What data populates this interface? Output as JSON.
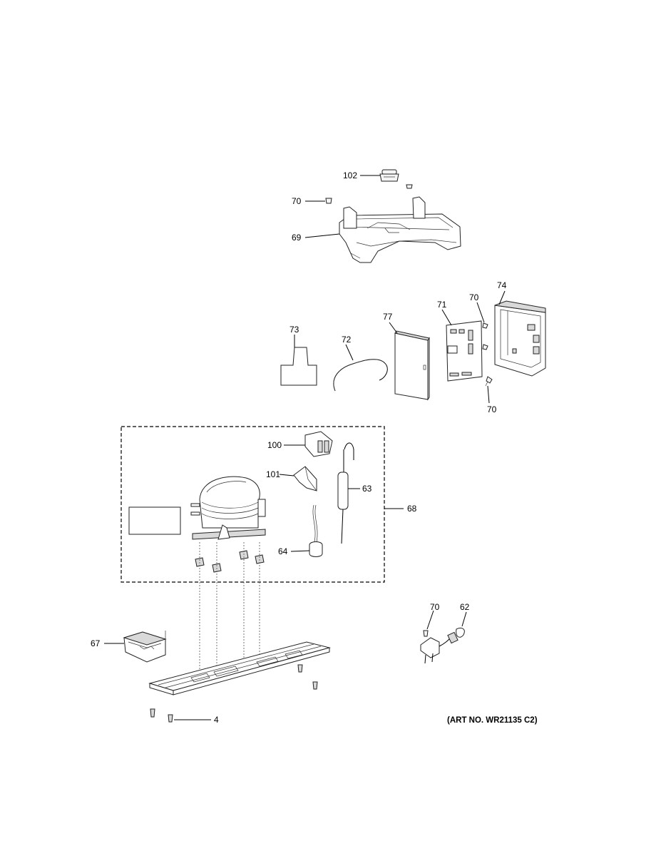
{
  "diagram": {
    "art_number": "(ART NO. WR21135 C2)",
    "callouts": {
      "c102": "102",
      "c70_top": "70",
      "c69": "69",
      "c73": "73",
      "c72": "72",
      "c77": "77",
      "c71": "71",
      "c70_board": "70",
      "c74": "74",
      "c70_box": "70",
      "c100": "100",
      "c101": "101",
      "c63": "63",
      "c68": "68",
      "c64": "64",
      "c67": "67",
      "c70_cord": "70",
      "c62": "62",
      "c4": "4"
    }
  }
}
